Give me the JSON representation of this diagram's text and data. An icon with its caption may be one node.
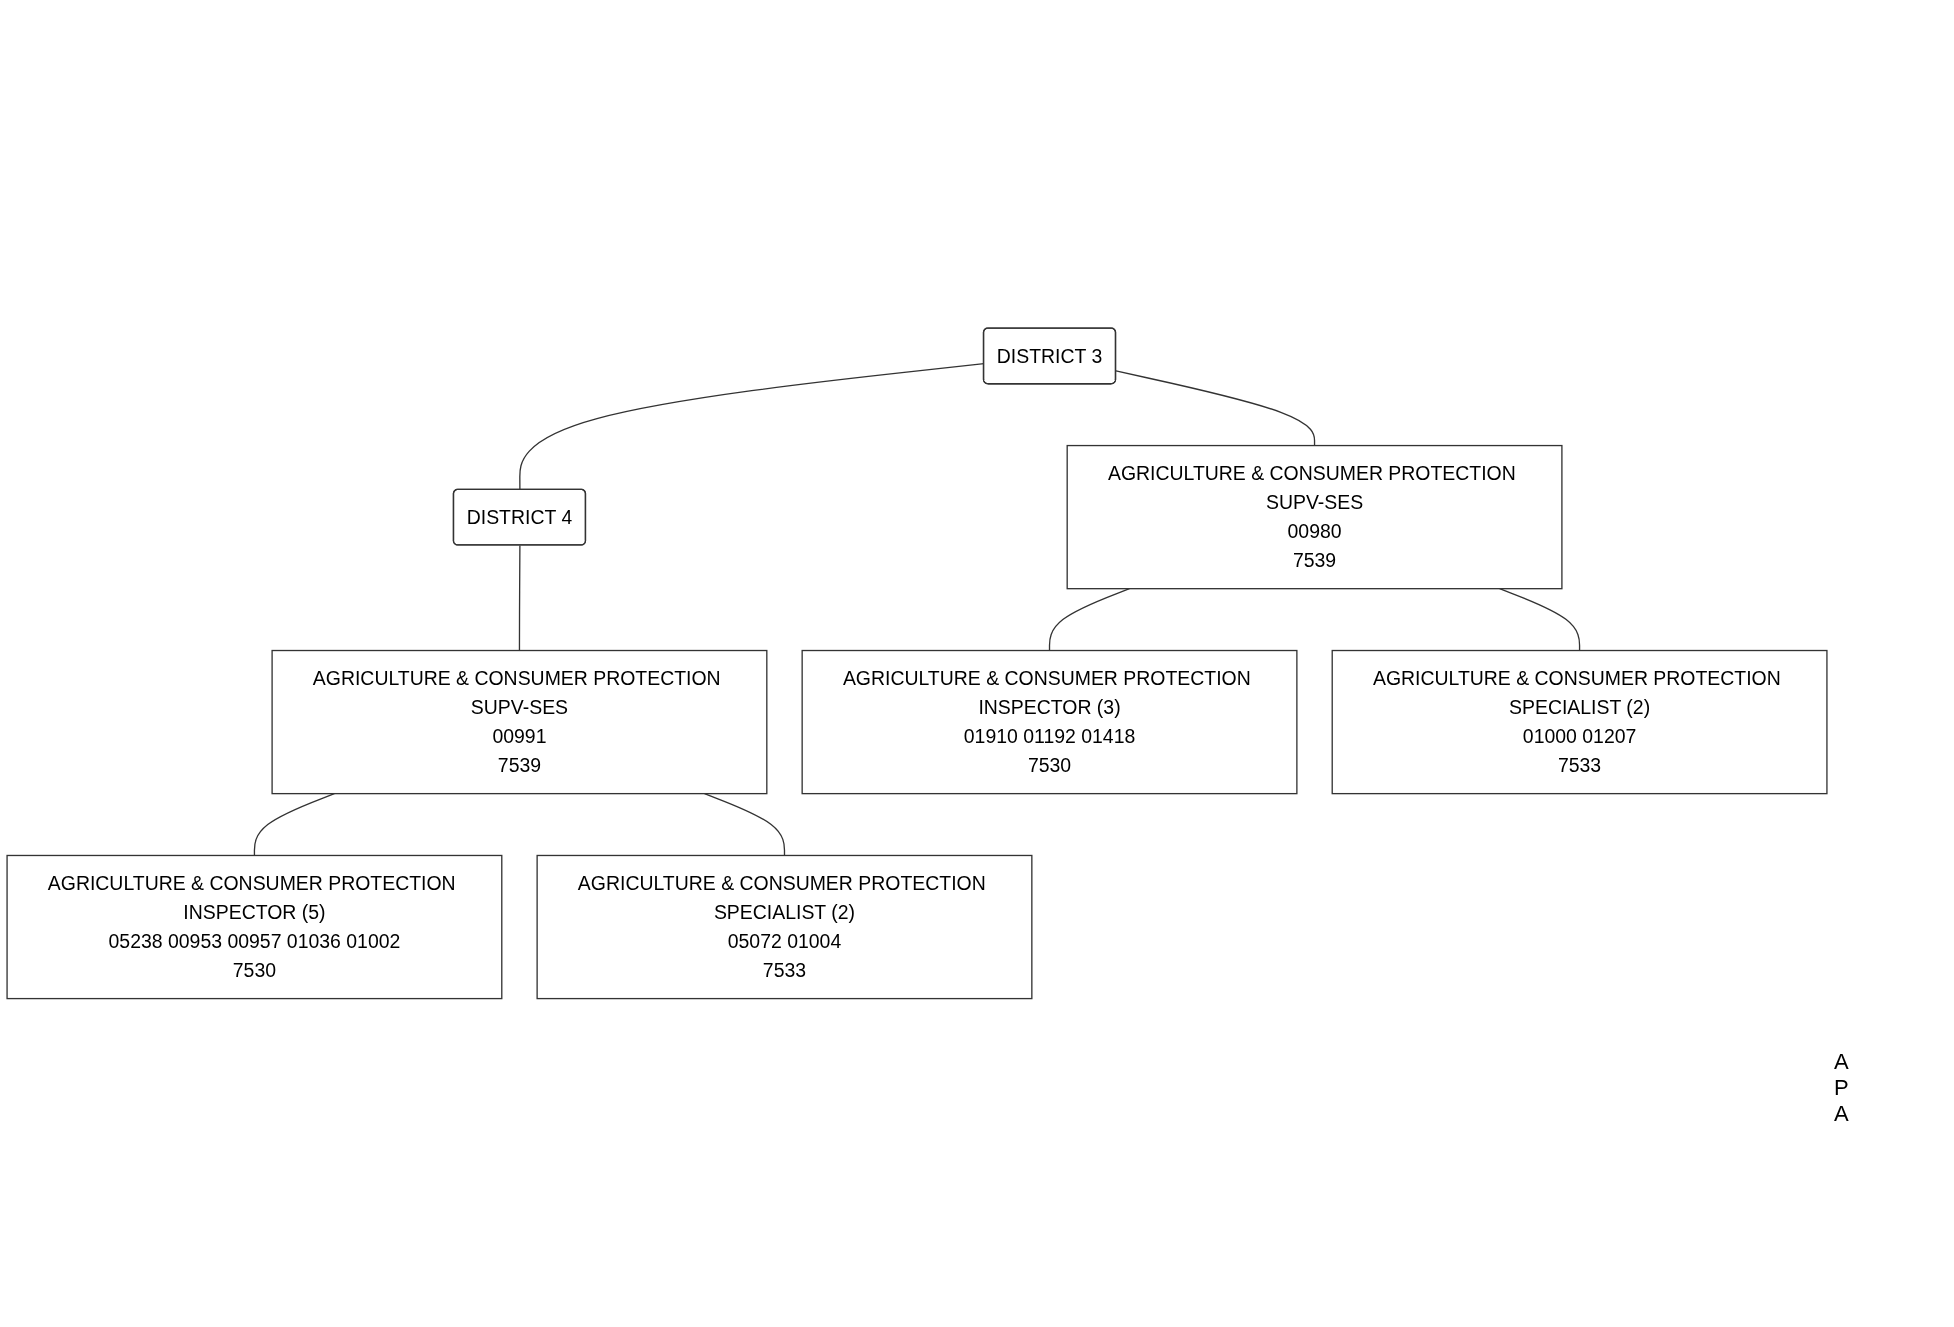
{
  "diagram": {
    "nodes": [
      {
        "text": [
          "DISTRICT 3"
        ]
      },
      {
        "text": [
          "DISTRICT 4"
        ]
      },
      {
        "text": [
          "AGRICULTURE & CONSUMER PROTECTION SUPV-SES",
          "00980",
          "7539"
        ]
      },
      {
        "text": [
          "AGRICULTURE & CONSUMER PROTECTION SUPV-SES",
          "00991",
          "7539"
        ]
      },
      {
        "text": [
          "AGRICULTURE & CONSUMER PROTECTION INSPECTOR (3)",
          "01910 01192 01418",
          "7530"
        ]
      },
      {
        "text": [
          "AGRICULTURE & CONSUMER PROTECTION SPECIALIST (2)",
          "01000 01207",
          "7533"
        ]
      },
      {
        "text": [
          "AGRICULTURE & CONSUMER PROTECTION INSPECTOR (5)",
          "05238 00953 00957 01036 01002",
          "7530"
        ]
      },
      {
        "text": [
          "AGRICULTURE & CONSUMER PROTECTION SPECIALIST (2)",
          "05072 01004",
          "7533"
        ]
      }
    ],
    "edges": [
      {
        "from": 0,
        "to": 1,
        "arrow": "none"
      },
      {
        "from": 0,
        "to": 2,
        "arrow": "none"
      },
      {
        "from": 1,
        "to": 3,
        "arrow": "none"
      },
      {
        "from": 2,
        "to": 4,
        "arrow": "none"
      },
      {
        "from": 2,
        "to": 5,
        "arrow": "none"
      },
      {
        "from": 3,
        "to": 6,
        "arrow": "none"
      },
      {
        "from": 3,
        "to": 7,
        "arrow": "none"
      }
    ],
    "labels": [
      "A",
      "P",
      "A"
    ]
  }
}
